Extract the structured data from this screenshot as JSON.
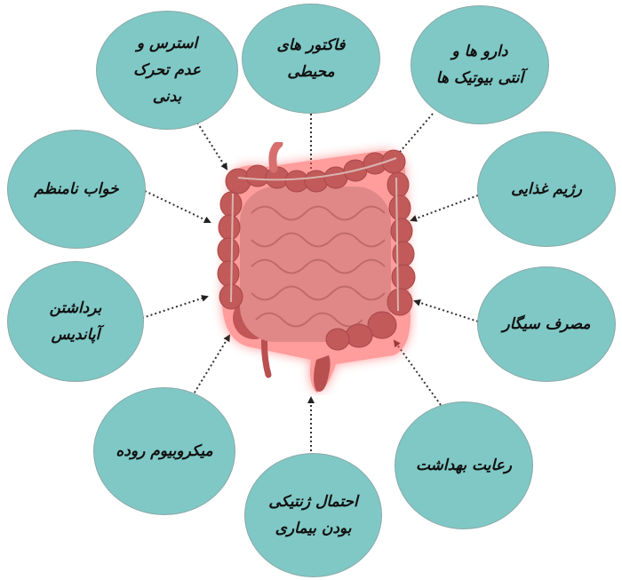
{
  "diagram": {
    "title": "",
    "center": {
      "label": "intestine-illustration",
      "glow_color": "#ff3b3b",
      "organ_color": "#c9585a"
    },
    "bubble_color": "#7fc8c5",
    "bubble_border": "#8aa9a8",
    "arrow_style": "dotted",
    "factors": [
      {
        "id": "stress",
        "text": "استرس و\nعدم تحرک\nبدنی"
      },
      {
        "id": "environmental",
        "text": "فاکتور های\nمحیطی"
      },
      {
        "id": "drugs",
        "text": "دارو ها و\nآنتی بیوتیک ها"
      },
      {
        "id": "sleep",
        "text": "خواب نامنظم"
      },
      {
        "id": "diet",
        "text": "رژیم غذایی"
      },
      {
        "id": "appendix",
        "text": "برداشتن\nآپاندیس"
      },
      {
        "id": "smoking",
        "text": "مصرف سیگار"
      },
      {
        "id": "microbiome",
        "text": "میکروبیوم روده"
      },
      {
        "id": "genetic",
        "text": "احتمال ژنتیکی\nبودن بیماری"
      },
      {
        "id": "hygiene",
        "text": "رعایت بهداشت"
      }
    ]
  }
}
